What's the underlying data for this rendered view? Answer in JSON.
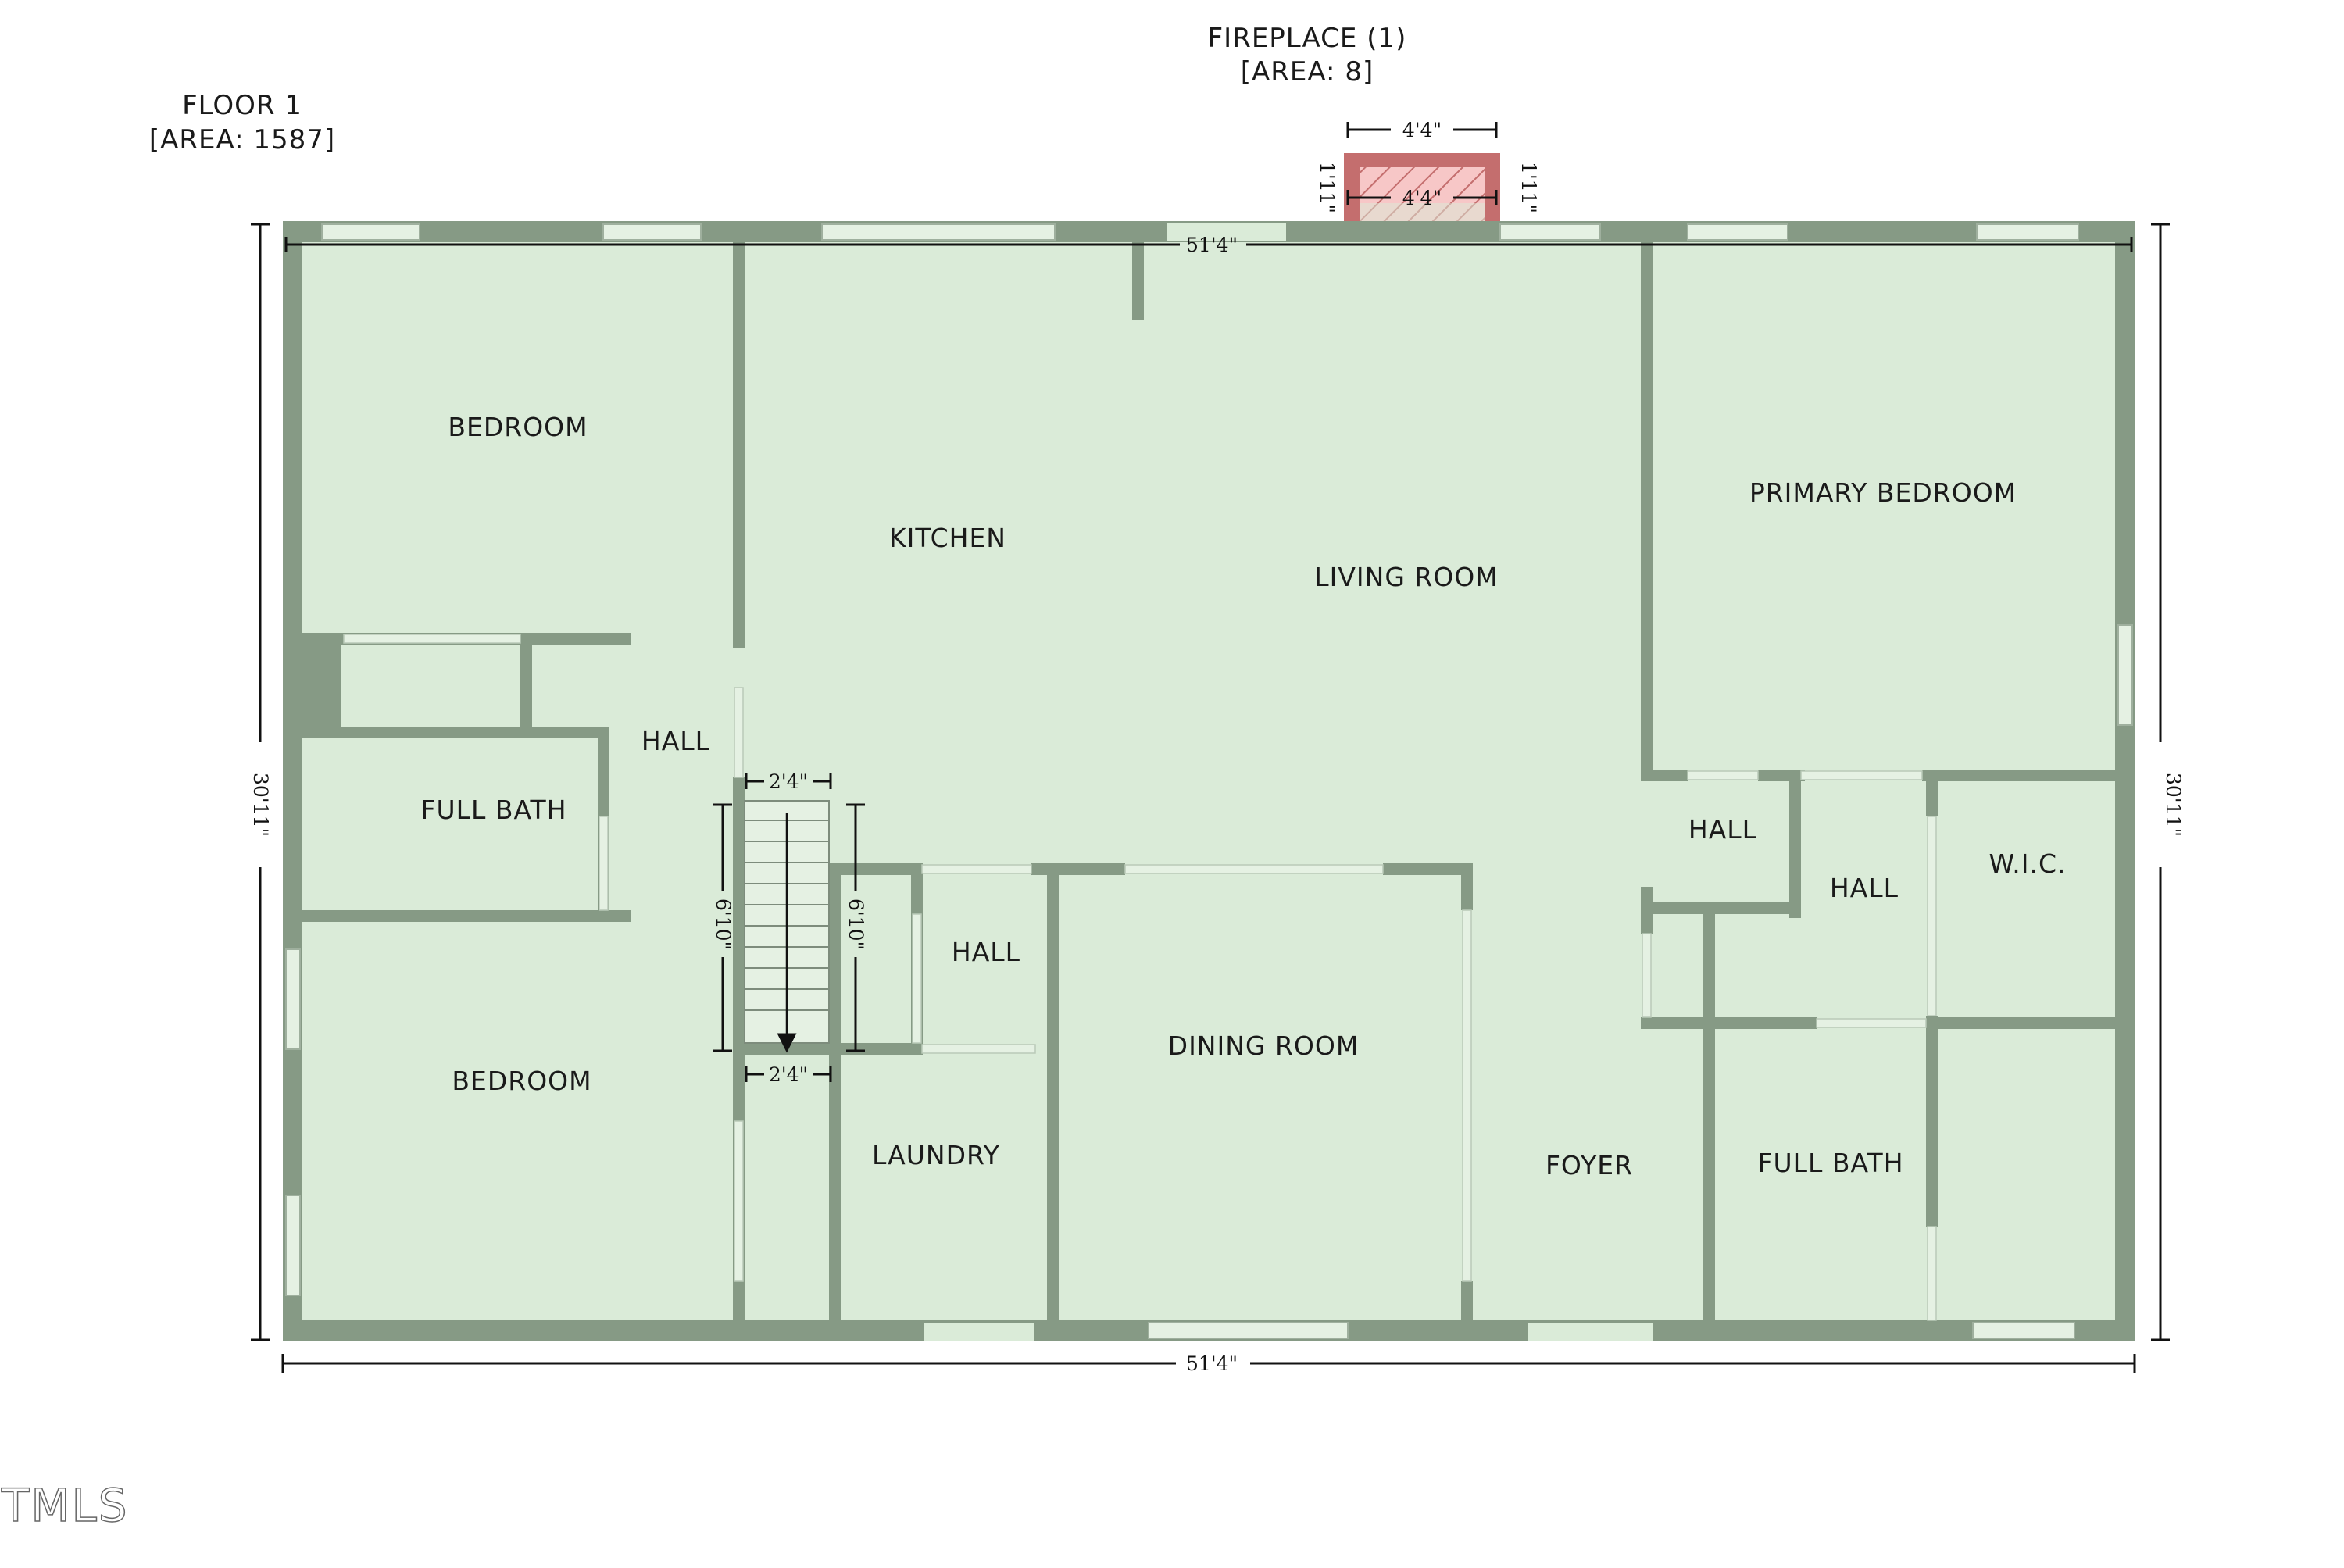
{
  "colors": {
    "floor": "#daebd8",
    "wall": "#869a85",
    "window_fill": "#e5f1e3",
    "fireplace": "#c46e6e",
    "fireplace_light": "#f7c7c7",
    "dimension": "#111111"
  },
  "headers": {
    "floor_label": "FLOOR 1",
    "floor_area": "[AREA: 1587]",
    "fireplace_label": "FIREPLACE (1)",
    "fireplace_area": "[AREA: 8]"
  },
  "rooms": {
    "bedroom_top": "BEDROOM",
    "kitchen": "KITCHEN",
    "living_room": "LIVING ROOM",
    "primary_bedroom": "PRIMARY BEDROOM",
    "hall_left": "HALL",
    "full_bath_left": "FULL BATH",
    "hall_center": "HALL",
    "bedroom_bottom": "BEDROOM",
    "laundry": "LAUNDRY",
    "dining_room": "DINING ROOM",
    "foyer": "FOYER",
    "hall_right_a": "HALL",
    "hall_right_b": "HALL",
    "wic": "W.I.C.",
    "full_bath_right": "FULL BATH"
  },
  "dimensions": {
    "top_width": "51'4\"",
    "bottom_width": "51'4\"",
    "left_height": "30'11\"",
    "right_height": "30'11\"",
    "stair_width_top": "2'4\"",
    "stair_width_bottom": "2'4\"",
    "stair_length_left": "6'10\"",
    "stair_length_right": "6'10\"",
    "fireplace_width_outer": "4'4\"",
    "fireplace_width_inner": "4'4\"",
    "fireplace_depth_left": "1'11\"",
    "fireplace_depth_right": "1'11\""
  },
  "watermark": "TMLS"
}
